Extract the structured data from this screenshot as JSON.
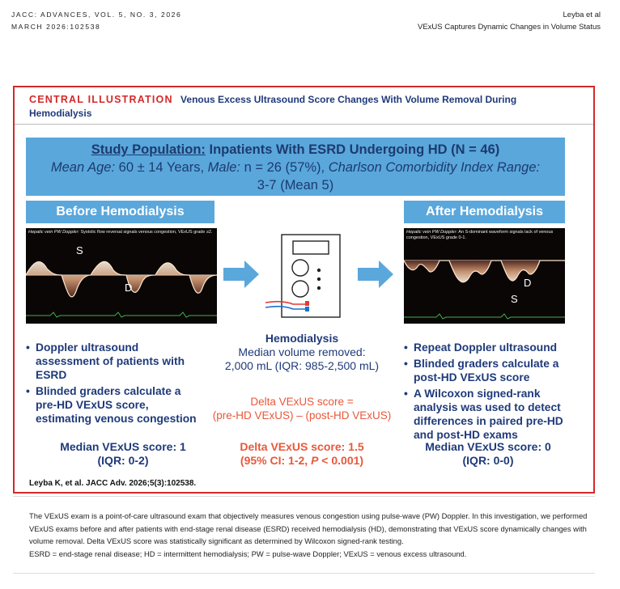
{
  "header": {
    "journal_line1": "JACC: ADVANCES, VOL. 5, NO. 3, 2026",
    "journal_line2": "MARCH 2026:102538",
    "author": "Leyba et al",
    "short_title": "VExUS Captures Dynamic Changes in Volume Status"
  },
  "illustration": {
    "label": "CENTRAL ILLUSTRATION",
    "title": "Venous Excess Ultrasound Score Changes With Volume Removal During Hemodialysis",
    "population": {
      "heading_underlined": "Study Population:",
      "heading_rest": "Inpatients With ESRD Undergoing HD (N = 46)",
      "age_label": "Mean Age:",
      "age_value": "60 ± 14 Years,",
      "male_label": "Male:",
      "male_value": "n = 26 (57%),",
      "cci_label": "Charlson Comorbidity Index Range:",
      "cci_value": "3-7 (Mean 5)"
    },
    "before": {
      "banner": "Before Hemodialysis",
      "doppler_caption_italic": "Hepatic vein PW Doppler:",
      "doppler_caption_rest": "Systolic flow reversal signals venous congestion, VExUS grade ≥2.",
      "wave_s": "S",
      "wave_d": "D",
      "bullets": [
        "Doppler ultrasound assessment of patients with ESRD",
        "Blinded graders calculate a pre-HD VExUS score, estimating venous congestion"
      ],
      "score_line1": "Median VExUS score: 1",
      "score_line2": "(IQR: 0-2)"
    },
    "middle": {
      "title": "Hemodialysis",
      "line2": "Median volume removed:",
      "line3": "2,000 mL (IQR: 985-2,500 mL)",
      "delta_eq_line1": "Delta VExUS score =",
      "delta_eq_line2": "(pre-HD VExUS) – (post-HD VExUS)",
      "score_line1": "Delta VExUS score: 1.5",
      "score_line2_a": "(95% CI: 1-2, ",
      "score_line2_p": "P",
      "score_line2_b": " < 0.001)"
    },
    "after": {
      "banner": "After Hemodialysis",
      "doppler_caption_italic": "Hepatic vein PW Doppler:",
      "doppler_caption_rest": "An S-dominant waveform signals lack of venous congestion, VExUS grade 0-1.",
      "wave_s": "S",
      "wave_d": "D",
      "bullets": [
        "Repeat Doppler ultrasound",
        "Blinded graders calculate a post-HD VExUS score",
        "A Wilcoxon signed-rank analysis was used to detect differences in paired pre-HD and post-HD exams"
      ],
      "score_line1": "Median VExUS score: 0",
      "score_line2": "(IQR: 0-0)"
    },
    "citation": "Leyba K, et al. JACC Adv. 2026;5(3):102538."
  },
  "legend": {
    "paragraph": "The VExUS exam is a point-of-care ultrasound exam that objectively measures venous congestion using pulse-wave (PW) Doppler. In this investigation, we performed VExUS exams before and after patients with end-stage renal disease (ESRD) received hemodialysis (HD), demonstrating that VExUS score dynamically changes with volume removal. Delta VExUS score was statistically significant as determined by Wilcoxon signed-rank testing.",
    "abbreviations": "ESRD = end-stage renal disease; HD = intermittent hemodialysis; PW = pulse-wave Doppler; VExUS = venous excess ultrasound."
  },
  "colors": {
    "frame_red": "#d32a2a",
    "banner_blue": "#5aa7dc",
    "navy_text": "#1f3a7a",
    "orange_text": "#e8583a",
    "arrow_blue": "#5aa7dc"
  }
}
